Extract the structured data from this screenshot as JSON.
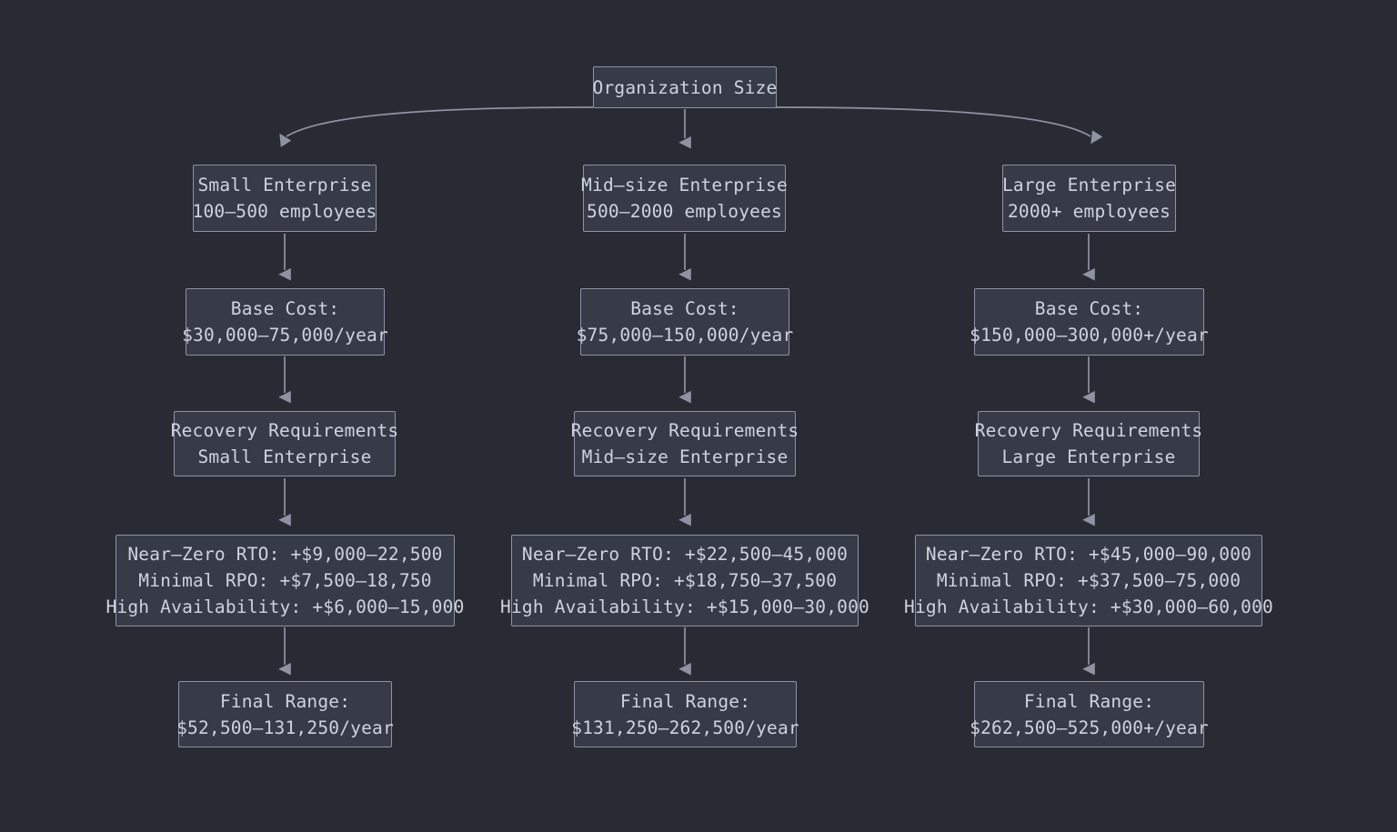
{
  "diagram": {
    "title": "Organization Size",
    "type": "flowchart-top-down",
    "colors": {
      "background": "#282b33",
      "node_fill": "#363b47",
      "node_border": "#8d93a3",
      "node_text": "#ced3de",
      "edge": "#8d93a3"
    },
    "root": {
      "label": "Organization Size"
    },
    "columns": [
      {
        "id": "small",
        "tier": {
          "line1": "Small Enterprise",
          "line2": "100–500 employees"
        },
        "base_cost": {
          "line1": "Base Cost:",
          "line2": "$30,000–75,000/year"
        },
        "recovery": {
          "line1": "Recovery Requirements",
          "line2": "Small Enterprise"
        },
        "options": {
          "line1": "Near–Zero RTO: +$9,000–22,500",
          "line2": "Minimal RPO: +$7,500–18,750",
          "line3": "High Availability: +$6,000–15,000"
        },
        "final": {
          "line1": "Final Range:",
          "line2": "$52,500–131,250/year"
        }
      },
      {
        "id": "mid",
        "tier": {
          "line1": "Mid–size Enterprise",
          "line2": "500–2000 employees"
        },
        "base_cost": {
          "line1": "Base Cost:",
          "line2": "$75,000–150,000/year"
        },
        "recovery": {
          "line1": "Recovery Requirements",
          "line2": "Mid–size Enterprise"
        },
        "options": {
          "line1": "Near–Zero RTO: +$22,500–45,000",
          "line2": "Minimal RPO: +$18,750–37,500",
          "line3": "High Availability: +$15,000–30,000"
        },
        "final": {
          "line1": "Final Range:",
          "line2": "$131,250–262,500/year"
        }
      },
      {
        "id": "large",
        "tier": {
          "line1": "Large Enterprise",
          "line2": "2000+ employees"
        },
        "base_cost": {
          "line1": "Base Cost:",
          "line2": "$150,000–300,000+/year"
        },
        "recovery": {
          "line1": "Recovery Requirements",
          "line2": "Large Enterprise"
        },
        "options": {
          "line1": "Near–Zero RTO: +$45,000–90,000",
          "line2": "Minimal RPO: +$37,500–75,000",
          "line3": "High Availability: +$30,000–60,000"
        },
        "final": {
          "line1": "Final Range:",
          "line2": "$262,500–525,000+/year"
        }
      }
    ]
  }
}
